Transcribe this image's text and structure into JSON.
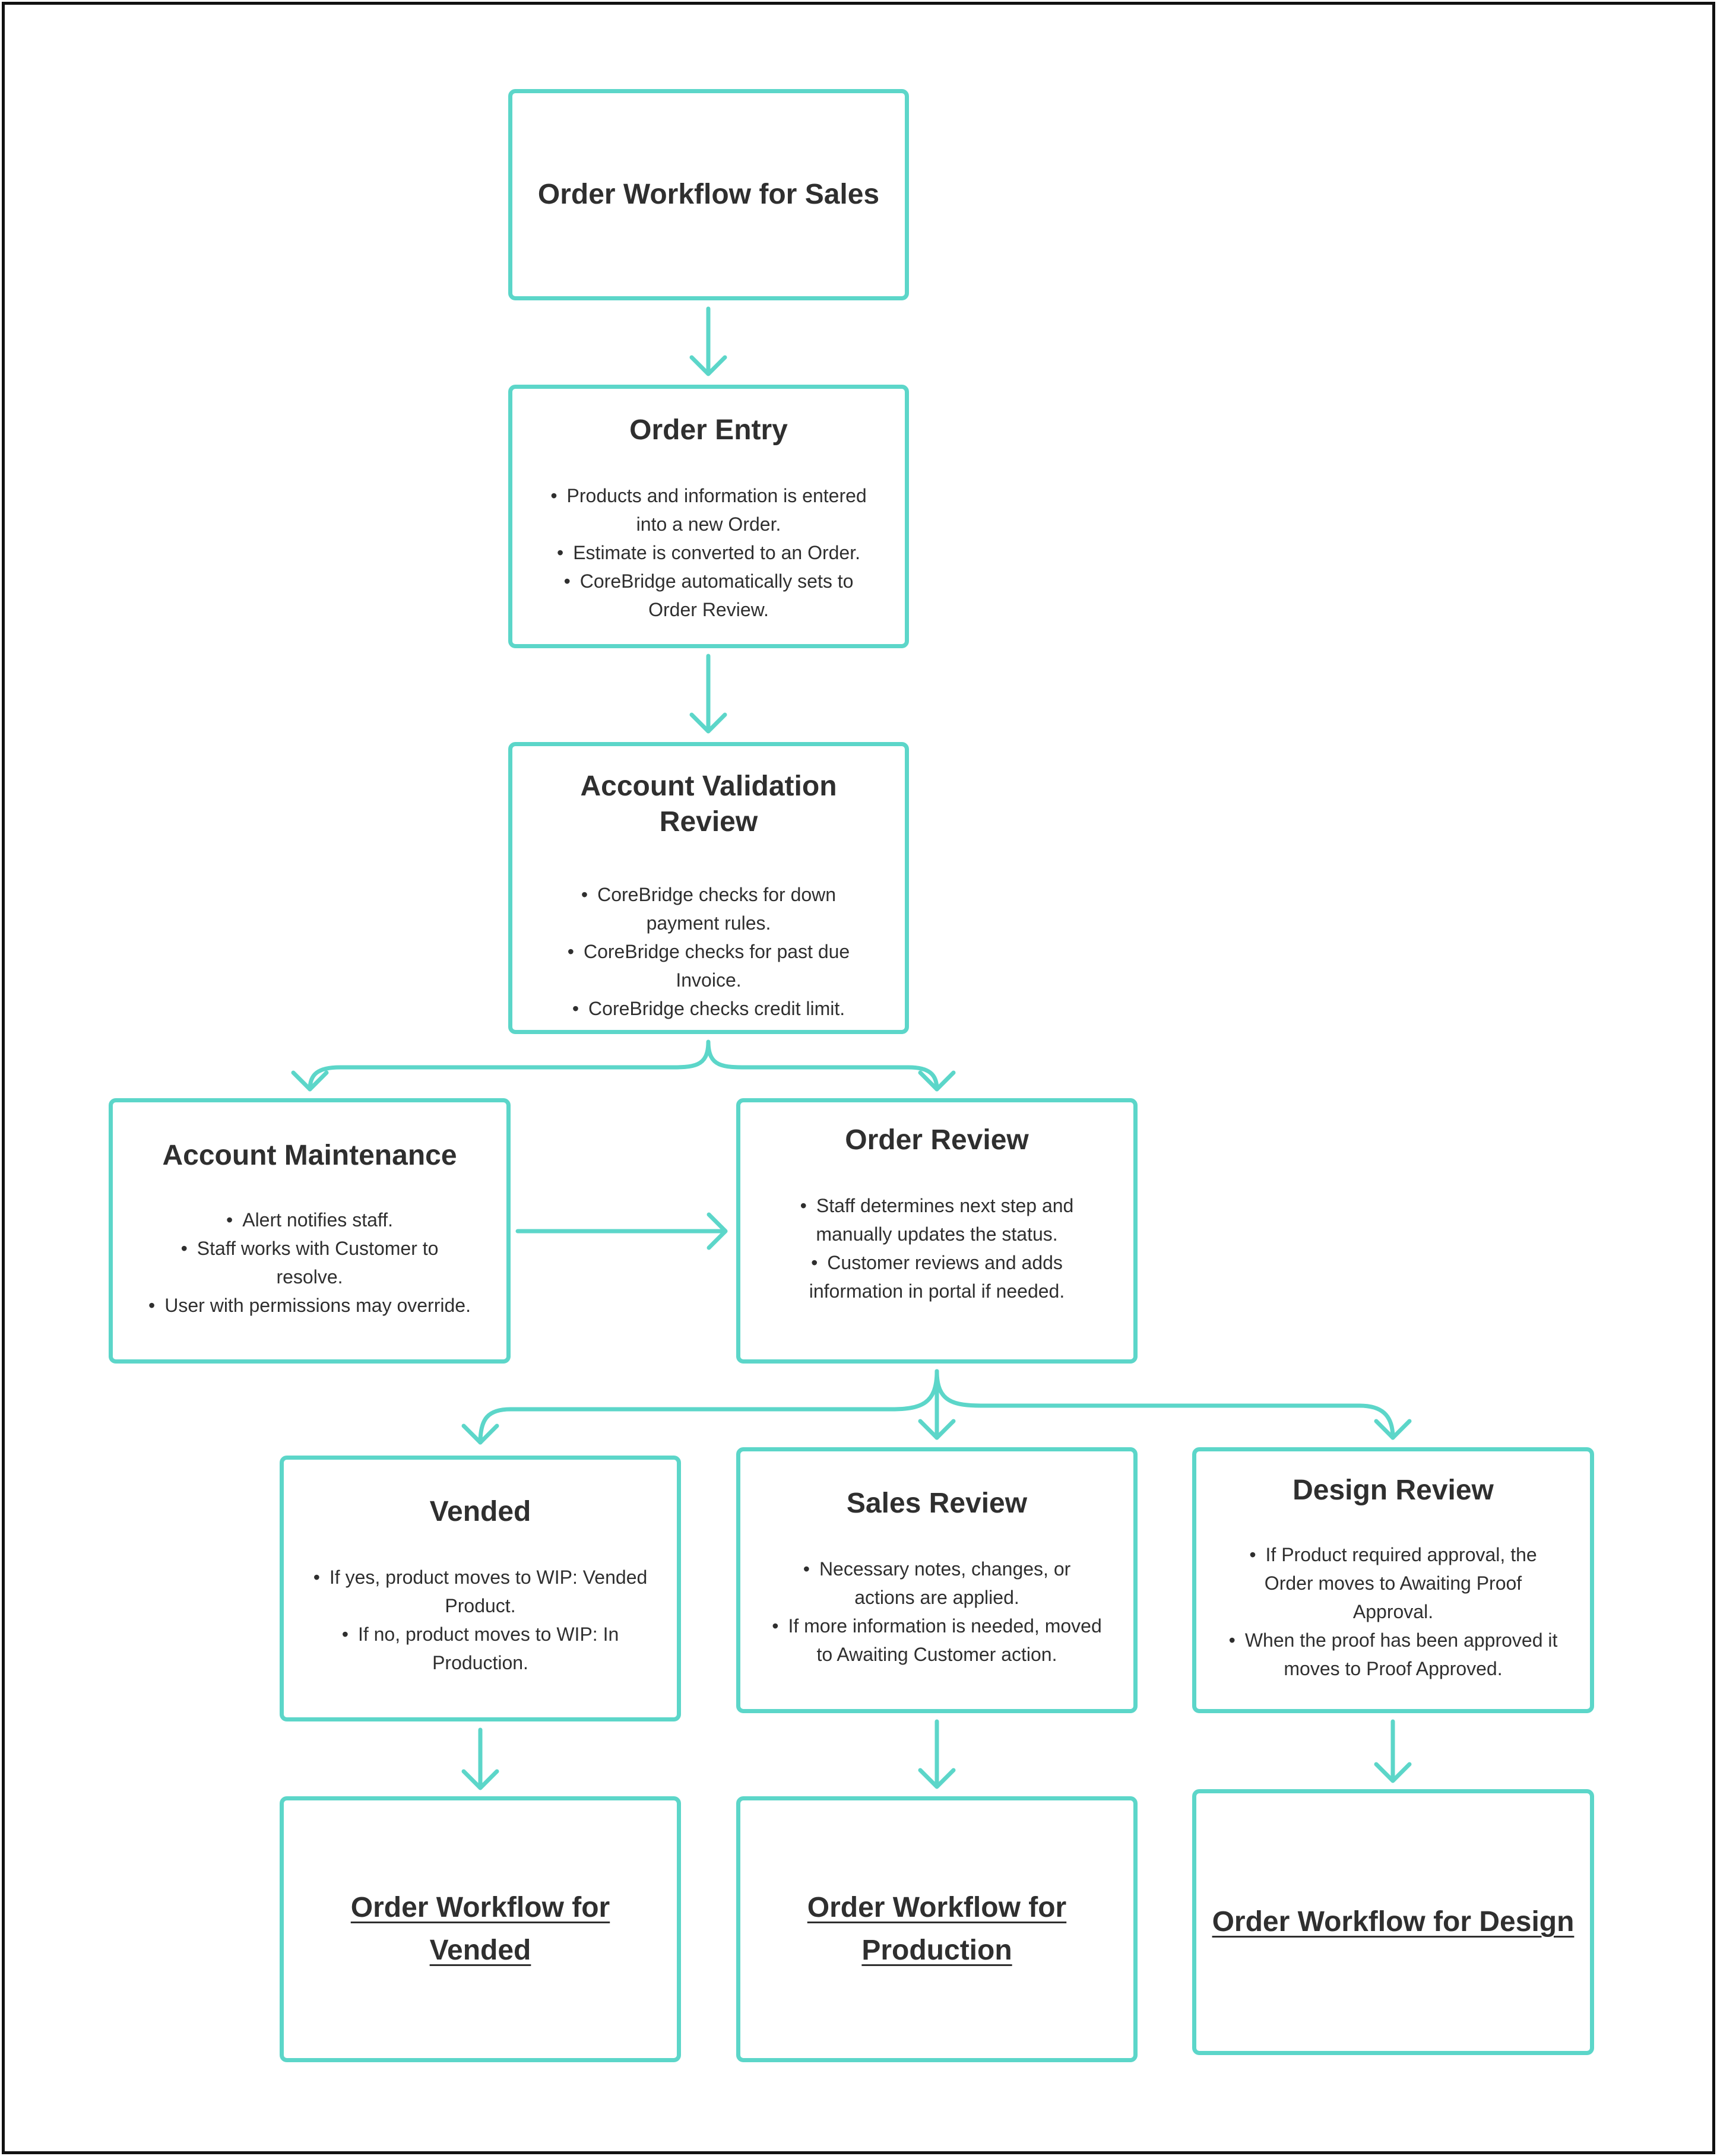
{
  "diagram": {
    "top": {
      "title": "Order Workflow for Sales"
    },
    "order_entry": {
      "title": "Order Entry",
      "bullets": [
        "Products and information is entered into a new Order.",
        "Estimate is converted to an Order.",
        "CoreBridge automatically sets to Order Review."
      ]
    },
    "account_validation": {
      "title": "Account Validation Review",
      "bullets": [
        "CoreBridge checks for down payment rules.",
        "CoreBridge checks for past due Invoice.",
        "CoreBridge checks credit limit."
      ]
    },
    "account_maintenance": {
      "title": "Account Maintenance",
      "bullets": [
        "Alert notifies staff.",
        "Staff works with Customer to resolve.",
        "User with permissions may override."
      ]
    },
    "order_review": {
      "title": "Order Review",
      "bullets": [
        "Staff determines next step and manually updates the status.",
        "Customer reviews and adds information in portal if needed."
      ]
    },
    "vended": {
      "title": "Vended",
      "bullets": [
        "If yes, product moves to WIP: Vended Product.",
        "If no, product moves to WIP: In Production."
      ]
    },
    "sales_review": {
      "title": "Sales Review",
      "bullets": [
        "Necessary notes, changes, or actions are applied.",
        "If more information is needed, moved to Awaiting Customer action."
      ]
    },
    "design_review": {
      "title": "Design Review",
      "bullets": [
        "If Product required approval, the Order moves to Awaiting Proof Approval.",
        "When the proof has been approved it moves to Proof Approved."
      ]
    },
    "links": {
      "vended": "Order Workflow for Vended",
      "production": "Order Workflow for Production",
      "design": "Order Workflow for Design"
    },
    "colors": {
      "accent": "#5cd6c9",
      "text": "#2f2f2f",
      "frame": "#111111"
    }
  }
}
